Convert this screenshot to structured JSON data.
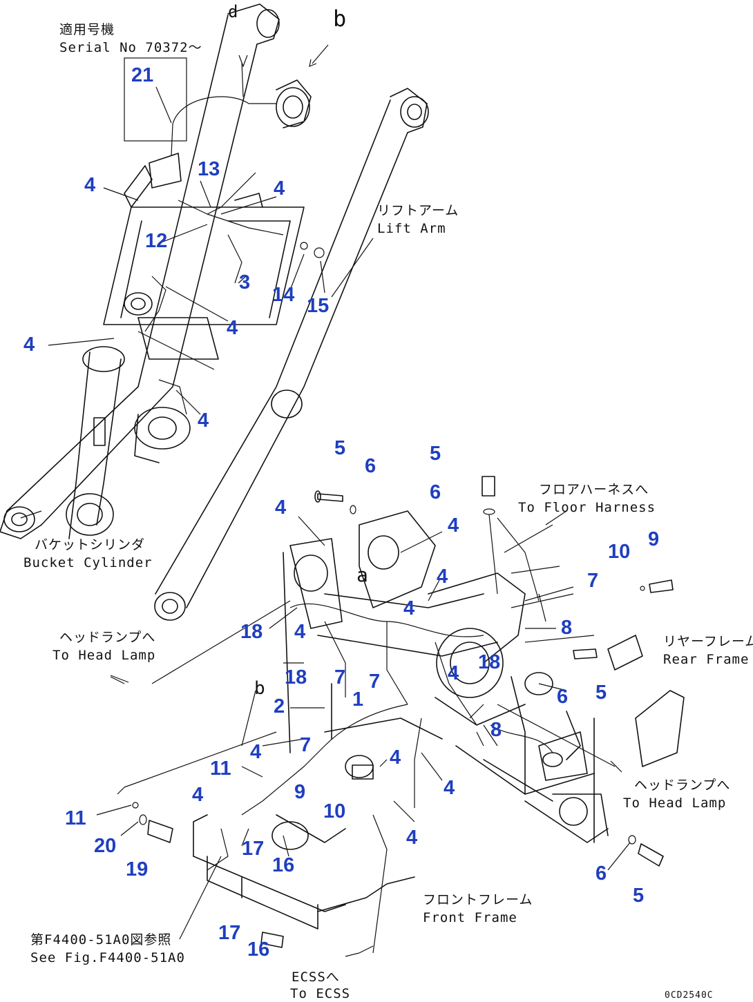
{
  "serial_note": {
    "jp": "適用号機",
    "en": "Serial No 70372～"
  },
  "labels": {
    "lift_arm": {
      "jp": "リフトアーム",
      "en": "Lift Arm"
    },
    "bucket_cylinder": {
      "jp": "バケットシリンダ",
      "en": "Bucket Cylinder"
    },
    "floor_harness": {
      "jp": "フロアハーネスへ",
      "en": "To Floor Harness"
    },
    "head_lamp_left": {
      "jp": "ヘッドランプへ",
      "en": "To Head Lamp"
    },
    "rear_frame": {
      "jp": "リヤーフレーム",
      "en": "Rear Frame"
    },
    "head_lamp_right": {
      "jp": "ヘッドランプへ",
      "en": "To Head Lamp"
    },
    "front_frame": {
      "jp": "フロントフレーム",
      "en": "Front Frame"
    },
    "see_fig": {
      "jp": "第F4400-51A0図参照",
      "en": "See Fig.F4400-51A0"
    },
    "ecss": {
      "jp": "ECSSへ",
      "en": "To ECSS"
    }
  },
  "view_letters": {
    "d": "d",
    "b_top": "b",
    "a": "a",
    "b_mid": "b"
  },
  "callouts": [
    "21",
    "4",
    "13",
    "4",
    "12",
    "3",
    "14",
    "15",
    "4",
    "4",
    "4",
    "5",
    "6",
    "5",
    "6",
    "4",
    "4",
    "4",
    "10",
    "9",
    "7",
    "4",
    "8",
    "18",
    "4",
    "18",
    "4",
    "18",
    "7",
    "7",
    "1",
    "2",
    "6",
    "5",
    "4",
    "7",
    "8",
    "11",
    "4",
    "4",
    "9",
    "10",
    "4",
    "4",
    "11",
    "20",
    "19",
    "17",
    "16",
    "4",
    "6",
    "5",
    "17",
    "16"
  ],
  "drawing_code": "0CD2540C"
}
